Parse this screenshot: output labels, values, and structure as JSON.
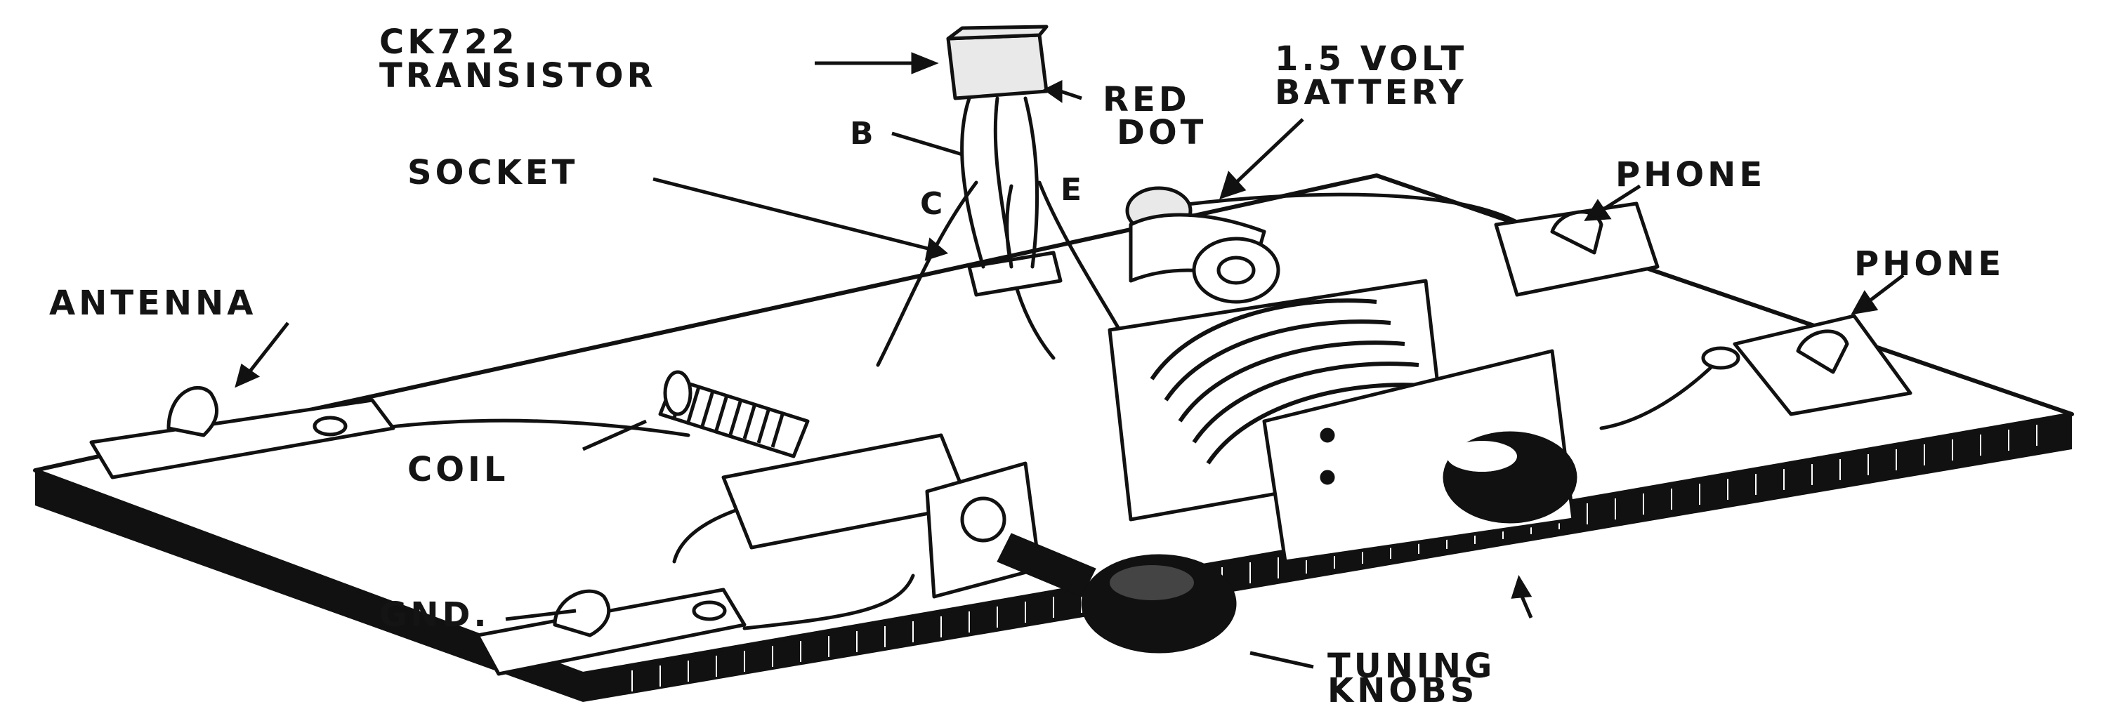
{
  "labels": {
    "transistor_line1": "CK722",
    "transistor_line2": "TRANSISTOR",
    "red_dot_line1": "RED",
    "red_dot_line2": "DOT",
    "lead_b": "B",
    "lead_c": "C",
    "lead_e": "E",
    "battery_line1": "1.5 VOLT",
    "battery_line2": "BATTERY",
    "socket": "SOCKET",
    "phone_top": "PHONE",
    "phone_right": "PHONE",
    "antenna": "ANTENNA",
    "coil": "COIL",
    "gnd": "GND.",
    "tuning_line1": "TUNING",
    "tuning_line2": "KNOBS"
  },
  "colors": {
    "ink": "#111111",
    "paper": "#ffffff",
    "metal": "#e9e9e9"
  }
}
